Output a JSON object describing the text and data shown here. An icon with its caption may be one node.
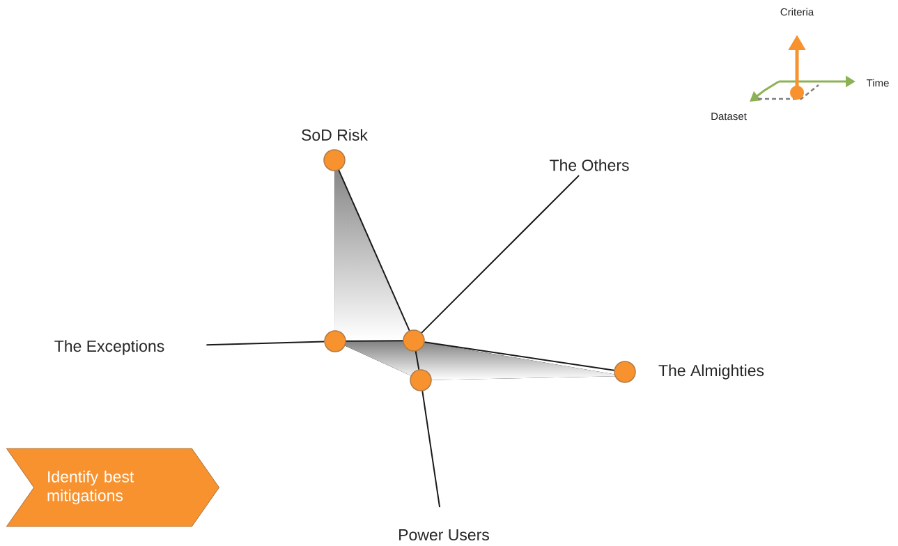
{
  "diagram": {
    "nodes": [
      {
        "text": [],
        "shape": "circle",
        "beside": [
          "SoD Risk"
        ]
      },
      {
        "text": [
          "The Others"
        ]
      },
      {
        "text": [
          "The Exceptions"
        ]
      },
      {
        "text": [],
        "shape": "circle"
      },
      {
        "text": [],
        "shape": "circle"
      },
      {
        "text": [],
        "shape": "circle",
        "beside": [
          "The Almighties"
        ]
      },
      {
        "text": [],
        "shape": "circle"
      },
      {
        "text": [
          "Power Users"
        ]
      },
      {
        "text": [
          "Identify best mitigations"
        ]
      }
    ],
    "edges": [
      {
        "from": 4,
        "to": 0,
        "arrow": "none"
      },
      {
        "from": 4,
        "to": 1,
        "arrow": "none"
      },
      {
        "from": 2,
        "to": 3,
        "arrow": "none"
      },
      {
        "from": 3,
        "to": 4,
        "arrow": "none"
      },
      {
        "from": 4,
        "to": 5,
        "arrow": "none"
      },
      {
        "from": 4,
        "to": 6,
        "arrow": "none"
      },
      {
        "from": 6,
        "to": 7,
        "arrow": "none"
      }
    ],
    "labels": [
      "Criteria",
      "Time",
      "Dataset"
    ]
  }
}
